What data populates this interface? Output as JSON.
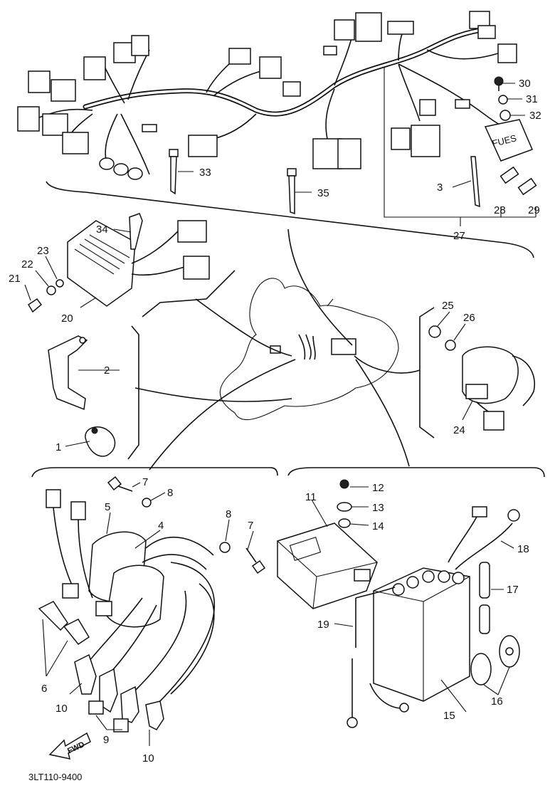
{
  "drawing_code": "3LT110-9400",
  "fwd_label": "FWD",
  "fuse_box_label": "FUES",
  "callouts": {
    "c1": "1",
    "c2": "2",
    "c3": "3",
    "c4": "4",
    "c5": "5",
    "c6": "6",
    "c7a": "7",
    "c7b": "7",
    "c8a": "8",
    "c8b": "8",
    "c9": "9",
    "c10a": "10",
    "c10b": "10",
    "c11": "11",
    "c12": "12",
    "c13": "13",
    "c14": "14",
    "c15": "15",
    "c16": "16",
    "c17": "17",
    "c18": "18",
    "c19": "19",
    "c20": "20",
    "c21": "21",
    "c22": "22",
    "c23": "23",
    "c24": "24",
    "c25": "25",
    "c26": "26",
    "c27": "27",
    "c28": "28",
    "c29": "29",
    "c30": "30",
    "c31": "31",
    "c32": "32",
    "c33": "33",
    "c34": "34",
    "c35": "35"
  }
}
